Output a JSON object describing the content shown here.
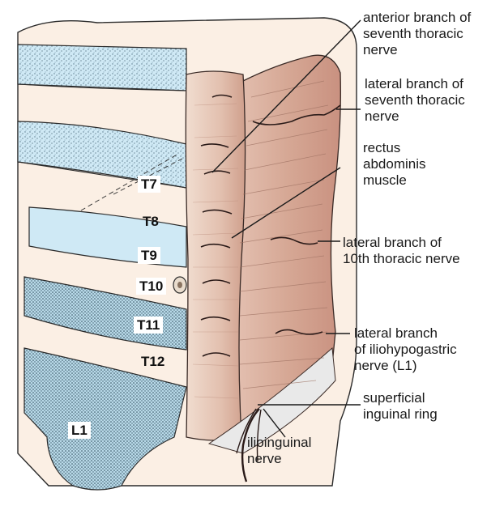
{
  "labels": {
    "anterior_branch_7th": "anterior branch of\nseventh thoracic\nnerve",
    "lateral_branch_7th": "lateral branch of\nseventh thoracic\nnerve",
    "rectus_abdominis": "rectus\nabdominis\nmuscle",
    "lateral_branch_10th": "lateral branch of\n10th thoracic nerve",
    "lateral_branch_iliohypogastric": "lateral branch\nof iliohypogastric\nnerve (L1)",
    "superficial_inguinal_ring": "superficial\ninguinal ring",
    "ilioinguinal_nerve": "ilioinguinal\nnerve"
  },
  "dermatomes": {
    "t7": "T7",
    "t8": "T8",
    "t9": "T9",
    "t10": "T10",
    "t11": "T11",
    "t12": "T12",
    "l1": "L1"
  },
  "colors": {
    "dermatome_blue": "#cfe9f5",
    "skin": "#fbefe4",
    "muscle": "#d9aa98",
    "muscle_dark": "#c58f7d",
    "nerve": "#2a1a18"
  }
}
